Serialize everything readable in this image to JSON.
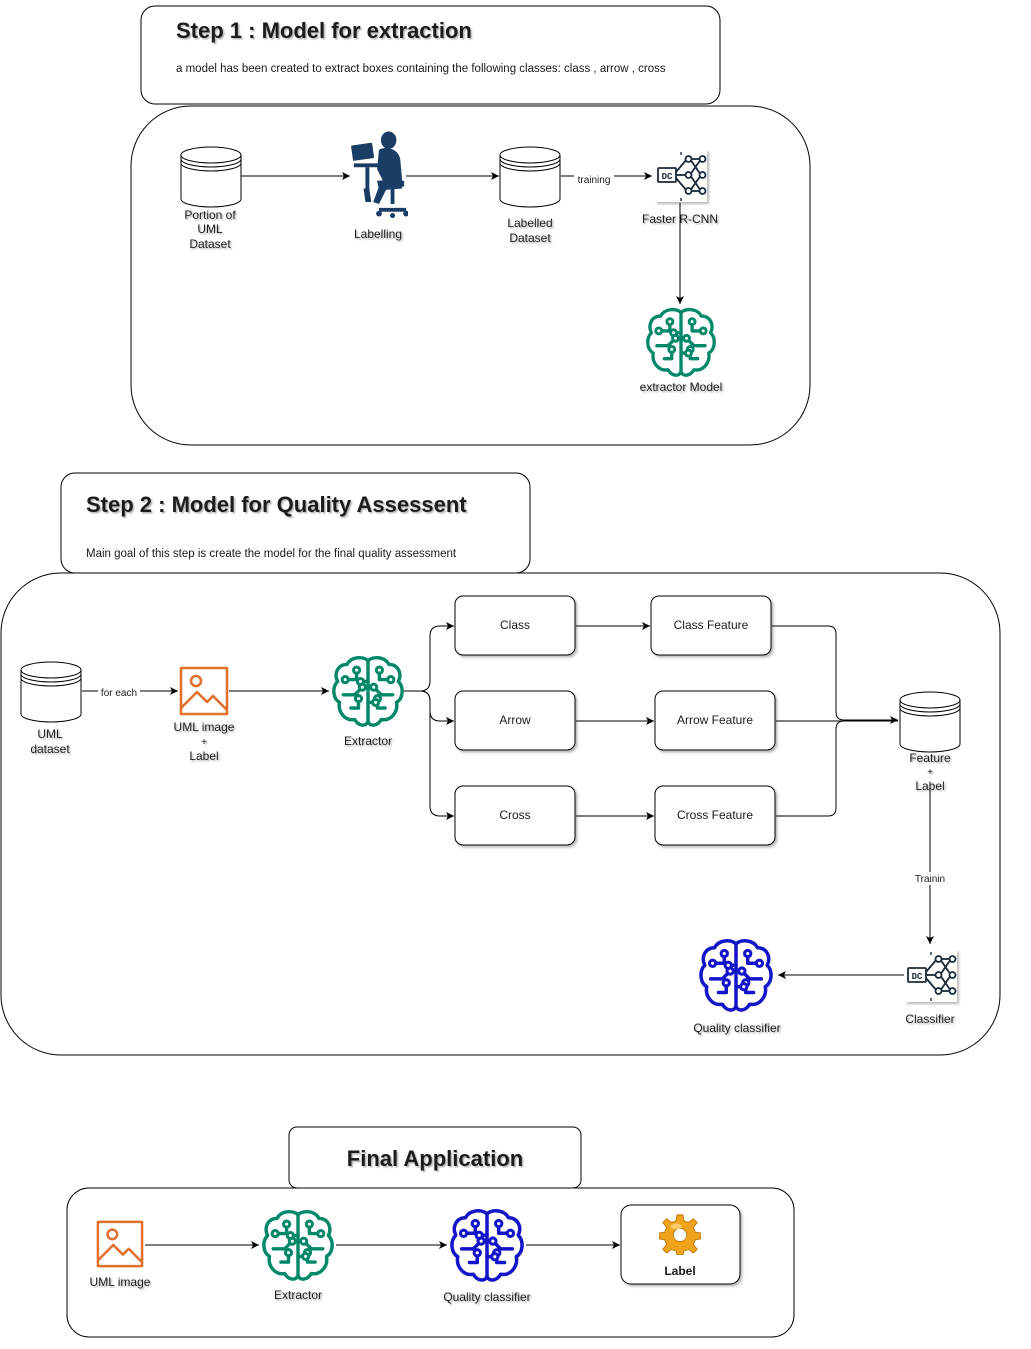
{
  "step1": {
    "title": "Step 1 : Model for extraction",
    "subtitle": "a model has been created to extract boxes containing the following classes: class , arrow , cross",
    "nodes": {
      "portion_dataset": [
        "Portion of",
        "UML",
        "Dataset"
      ],
      "labelling": "Labelling",
      "labelled_dataset": [
        "Labelled",
        "Dataset"
      ],
      "faster_rcnn": "Faster R-CNN",
      "extractor_model": "extractor Model"
    },
    "edges": {
      "training": "training"
    }
  },
  "step2": {
    "title": "Step 2 : Model for Quality Assessent",
    "subtitle": "Main goal of this step is create the model for the final quality assessment",
    "nodes": {
      "uml_dataset": [
        "UML",
        "dataset"
      ],
      "uml_image": [
        "UML image",
        "+",
        "Label"
      ],
      "extractor": "Extractor",
      "class": "Class",
      "arrow": "Arrow",
      "cross": "Cross",
      "class_feature": "Class Feature",
      "arrow_feature": "Arrow Feature",
      "cross_feature": "Cross Feature",
      "feature_label": [
        "Feature",
        "+",
        "Label"
      ],
      "classifier": "Classifier",
      "quality_classifier": "Quality classifier"
    },
    "edges": {
      "for_each": "for each",
      "trainin": "Trainin"
    }
  },
  "final": {
    "title": "Final Application",
    "nodes": {
      "uml_image": "UML image",
      "extractor": "Extractor",
      "quality_classifier": "Quality classifier",
      "label": "Label"
    }
  },
  "colors": {
    "teal": "#01876a",
    "blue": "#1414c8",
    "orange": "#e0702c",
    "navy": "#1a3d66",
    "gear": "#f0a41c"
  },
  "icons": [
    "database-icon",
    "person-at-computer-icon",
    "neural-network-icon",
    "brain-circuit-icon",
    "image-icon",
    "gear-icon"
  ]
}
